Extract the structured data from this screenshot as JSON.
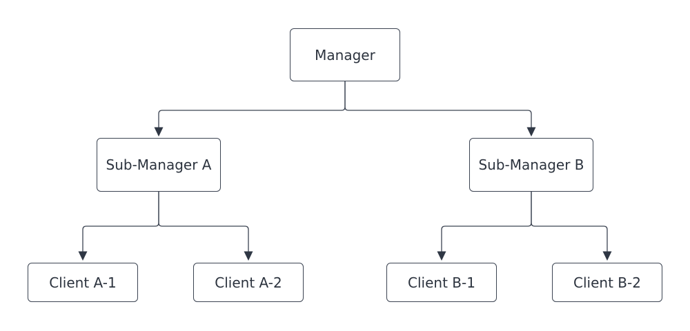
{
  "diagram": {
    "type": "org-chart",
    "nodes": {
      "manager": {
        "label": "Manager"
      },
      "sub_manager_a": {
        "label": "Sub-Manager A"
      },
      "sub_manager_b": {
        "label": "Sub-Manager B"
      },
      "client_a1": {
        "label": "Client A-1"
      },
      "client_a2": {
        "label": "Client A-2"
      },
      "client_b1": {
        "label": "Client B-1"
      },
      "client_b2": {
        "label": "Client B-2"
      }
    },
    "edges": [
      {
        "from": "manager",
        "to": "sub_manager_a"
      },
      {
        "from": "manager",
        "to": "sub_manager_b"
      },
      {
        "from": "sub_manager_a",
        "to": "client_a1"
      },
      {
        "from": "sub_manager_a",
        "to": "client_a2"
      },
      {
        "from": "sub_manager_b",
        "to": "client_b1"
      },
      {
        "from": "sub_manager_b",
        "to": "client_b2"
      }
    ],
    "colors": {
      "background": "#ffffff",
      "node_fill": "#ffffff",
      "node_border": "#3b4351",
      "connector": "#3b4351",
      "arrowhead": "#2f3744",
      "text": "#2c333e"
    }
  }
}
